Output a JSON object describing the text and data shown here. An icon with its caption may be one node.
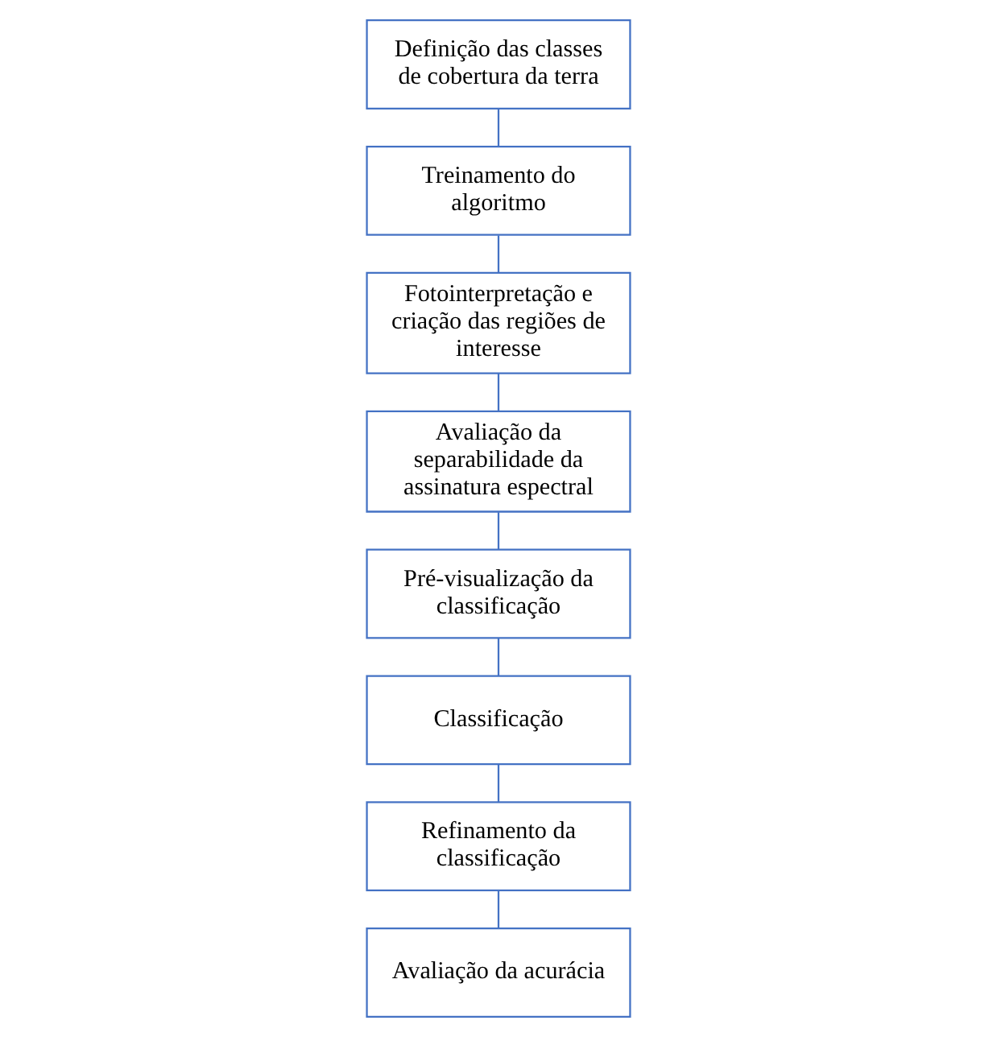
{
  "diagram": {
    "nodes": [
      {
        "text": [
          "Definição das classes de cobertura da terra"
        ]
      },
      {
        "text": [
          "Treinamento do algoritmo"
        ]
      },
      {
        "text": [
          "Fotointerpretação e criação das regiões de interesse"
        ]
      },
      {
        "text": [
          "Avaliação da separabilidade da assinatura espectral"
        ]
      },
      {
        "text": [
          "Pré-visualização da classificação"
        ]
      },
      {
        "text": [
          "Classificação"
        ]
      },
      {
        "text": [
          "Refinamento da classificação"
        ]
      },
      {
        "text": [
          "Avaliação da acurácia"
        ]
      }
    ],
    "edges": [
      {
        "from": 0,
        "to": 1,
        "arrow": "none"
      },
      {
        "from": 1,
        "to": 2,
        "arrow": "none"
      },
      {
        "from": 2,
        "to": 3,
        "arrow": "none"
      },
      {
        "from": 3,
        "to": 4,
        "arrow": "none"
      },
      {
        "from": 4,
        "to": 5,
        "arrow": "none"
      },
      {
        "from": 5,
        "to": 6,
        "arrow": "none"
      },
      {
        "from": 6,
        "to": 7,
        "arrow": "none"
      }
    ]
  }
}
